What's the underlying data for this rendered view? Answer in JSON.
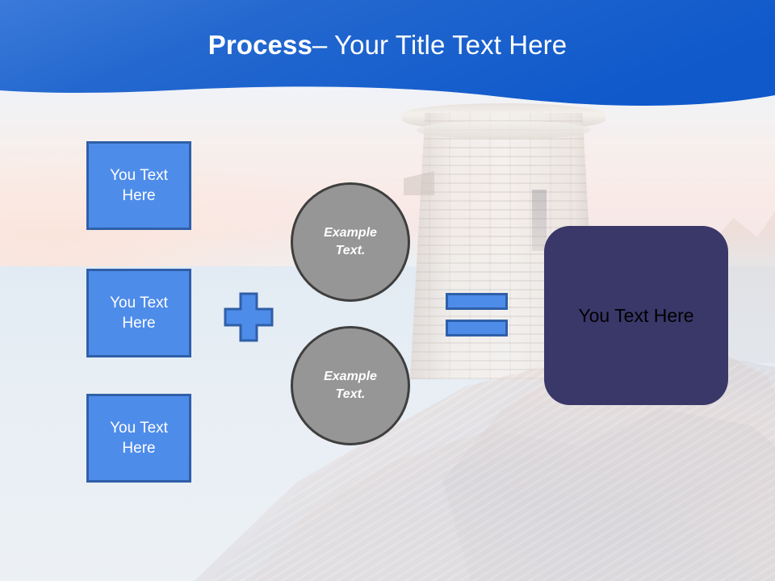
{
  "slide": {
    "header": {
      "title_strong": "Process",
      "title_rest": " – Your Title Text Here",
      "banner_color_left": "#2a70d4",
      "banner_color_right": "#1560cf",
      "title_color": "#ffffff"
    },
    "inputs": {
      "items": [
        {
          "label": "You Text Here"
        },
        {
          "label": "You Text Here"
        },
        {
          "label": "You Text Here"
        }
      ],
      "fill_color": "#4e8cea",
      "border_color": "#2f5fa8",
      "text_color": "#ffffff"
    },
    "operators": {
      "plus": {
        "symbol": "+",
        "fill_color": "#4e8cea",
        "border_color": "#2f5fa8"
      },
      "equals": {
        "symbol": "=",
        "fill_color": "#4e8cea",
        "border_color": "#2f5fa8"
      }
    },
    "circles": {
      "items": [
        {
          "line1": "Example",
          "line2": "Text."
        },
        {
          "line1": "Example",
          "line2": "Text."
        }
      ],
      "fill_color": "#969696",
      "border_color": "#3f3f3f",
      "text_color": "#ffffff"
    },
    "result": {
      "label": "You Text Here",
      "fill_color": "#3a3769",
      "text_color": "#000000",
      "corner_radius": "32px"
    },
    "background": {
      "description": "coastal-tower-photo",
      "sky_color": "#e3ecf8",
      "glow_color": "#ffd6c4",
      "sea_color": "#dbe5ef",
      "rock_color": "#d7c8c4",
      "tower_color": "#e5ded7"
    }
  }
}
